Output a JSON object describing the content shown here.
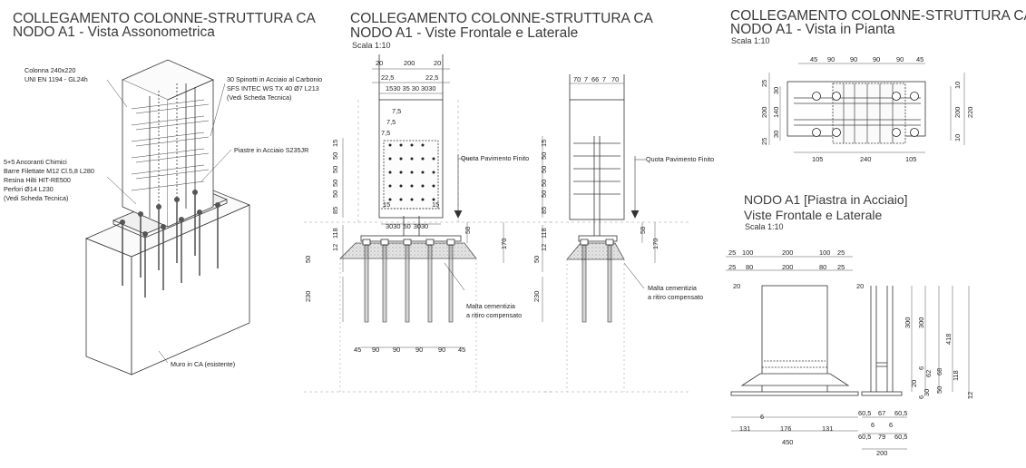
{
  "titles": {
    "iso": {
      "line1": "COLLEGAMENTO COLONNE-STRUTTURA CA",
      "line2": "NODO A1 - Vista Assonometrica"
    },
    "front": {
      "line1": "COLLEGAMENTO COLONNE-STRUTTURA CA",
      "line2": "NODO A1 - Viste Frontale e Laterale",
      "scale": "Scala  1:10"
    },
    "plan": {
      "line1": "COLLEGAMENTO COLONNE-STRUTTURA CA",
      "line2": "NODO A1 - Vista in Pianta",
      "scale": "Scala  1:10"
    },
    "plate": {
      "line1": "NODO A1 [Piastra in Acciaio]",
      "line2": "Viste Frontale e Laterale",
      "scale": "Scala 1:10"
    }
  },
  "iso_labels": {
    "column1": "Colonna 240x220",
    "column2": "UNI EN 1194 - GL24h",
    "dowels1": "30 Spinotti in Acciaio al Carbonio",
    "dowels2": "SFS INTEC WS TX 40  Ø7 L213",
    "dowels3": "(Vedi Scheda Tecnica)",
    "plates": "Piastre in Acciaio S235JR",
    "anchors1": "5+5 Ancoranti Chimici",
    "anchors2": "Barre Filettate M12 Cl.5,8 L280",
    "anchors3": "Resina Hilti HIT-RE500",
    "anchors4": "Perfori Ø14 L230",
    "anchors5": "(Vedi Scheda Tecnica)",
    "wall": "Muro in CA (esistente)"
  },
  "front_labels": {
    "top_dims": [
      "20",
      "200",
      "20"
    ],
    "top_dims2": [
      "22,5",
      "22,5"
    ],
    "top_dims3": "1530 35 30 3030",
    "left_dims": [
      "7,5",
      "7,5",
      "7,5"
    ],
    "vert_dims": [
      "15",
      "50",
      "50",
      "50",
      "50",
      "85",
      "118",
      "12",
      "50",
      "230"
    ],
    "bottom_row": [
      "30",
      "30",
      "50",
      "30",
      "30"
    ],
    "mid_dims": [
      "15",
      "15"
    ],
    "right_dims": [
      "58",
      "170"
    ],
    "floor": "Quota Pavimento Finito",
    "mortar1": "Malta cementizia",
    "mortar2": "a ritiro compensato",
    "bolt_dims": [
      "45",
      "90",
      "90",
      "90",
      "90",
      "45"
    ]
  },
  "side_labels": {
    "top_dims": [
      "70",
      "7",
      "66",
      "7",
      "70"
    ],
    "vert_dims": [
      "15",
      "50",
      "50",
      "50",
      "50",
      "85",
      "118",
      "12",
      "50",
      "230"
    ],
    "right_dims": [
      "58",
      "170"
    ],
    "floor": "Quota Pavimento Finito",
    "mortar1": "Malta cementizia",
    "mortar2": "a ritiro compensato"
  },
  "plan_labels": {
    "top_dims": [
      "45",
      "90",
      "90",
      "90",
      "90",
      "45"
    ],
    "left_dims": [
      "25",
      "30",
      "200",
      "140",
      "30",
      "25"
    ],
    "right_dims": [
      "10",
      "200",
      "220",
      "10"
    ],
    "bottom_dims": [
      "105",
      "240",
      "105"
    ]
  },
  "plate_labels": {
    "top1": [
      "25",
      "100",
      "200",
      "100",
      "25"
    ],
    "top2": [
      "25",
      "80",
      "200",
      "80",
      "25"
    ],
    "side20a": "20",
    "side20b": "20",
    "right_dims": [
      "300",
      "300",
      "418",
      "6",
      "62",
      "68",
      "118",
      "20",
      "30",
      "50",
      "12",
      "6"
    ],
    "bot1": [
      "6",
      "131",
      "176",
      "131"
    ],
    "bot2": "450",
    "side_bot": [
      "60,5",
      "67",
      "60,5",
      "6",
      "6",
      "60,5",
      "79",
      "60,5"
    ],
    "side_bot2": "200"
  }
}
